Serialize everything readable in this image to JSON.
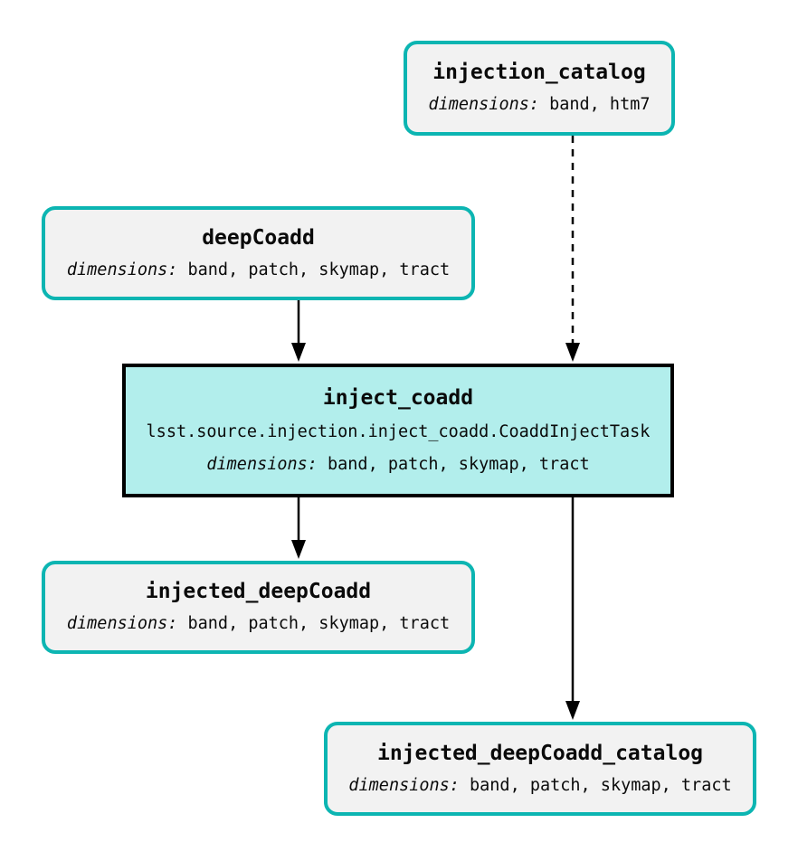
{
  "diagram": {
    "type": "pipeline-graph",
    "colors": {
      "background": "#ffffff",
      "dataset_border": "#0cb5b2",
      "dataset_fill": "#f2f2f2",
      "task_fill": "#b2eeec",
      "task_border": "#000000",
      "edge": "#000000",
      "text": "#0a0a0a"
    },
    "nodes": {
      "injection_catalog": {
        "kind": "dataset",
        "title": "injection_catalog",
        "dimensions_label": "dimensions:",
        "dimensions_value": "band, htm7"
      },
      "deepCoadd": {
        "kind": "dataset",
        "title": "deepCoadd",
        "dimensions_label": "dimensions:",
        "dimensions_value": "band, patch, skymap, tract"
      },
      "inject_coadd": {
        "kind": "task",
        "title": "inject_coadd",
        "task_class": "lsst.source.injection.inject_coadd.CoaddInjectTask",
        "dimensions_label": "dimensions:",
        "dimensions_value": "band, patch, skymap, tract"
      },
      "injected_deepCoadd": {
        "kind": "dataset",
        "title": "injected_deepCoadd",
        "dimensions_label": "dimensions:",
        "dimensions_value": "band, patch, skymap, tract"
      },
      "injected_deepCoadd_catalog": {
        "kind": "dataset",
        "title": "injected_deepCoadd_catalog",
        "dimensions_label": "dimensions:",
        "dimensions_value": "band, patch, skymap, tract"
      }
    },
    "edges": [
      {
        "from": "deepCoadd",
        "to": "inject_coadd",
        "style": "solid"
      },
      {
        "from": "injection_catalog",
        "to": "inject_coadd",
        "style": "dashed"
      },
      {
        "from": "inject_coadd",
        "to": "injected_deepCoadd",
        "style": "solid"
      },
      {
        "from": "inject_coadd",
        "to": "injected_deepCoadd_catalog",
        "style": "solid"
      }
    ]
  }
}
